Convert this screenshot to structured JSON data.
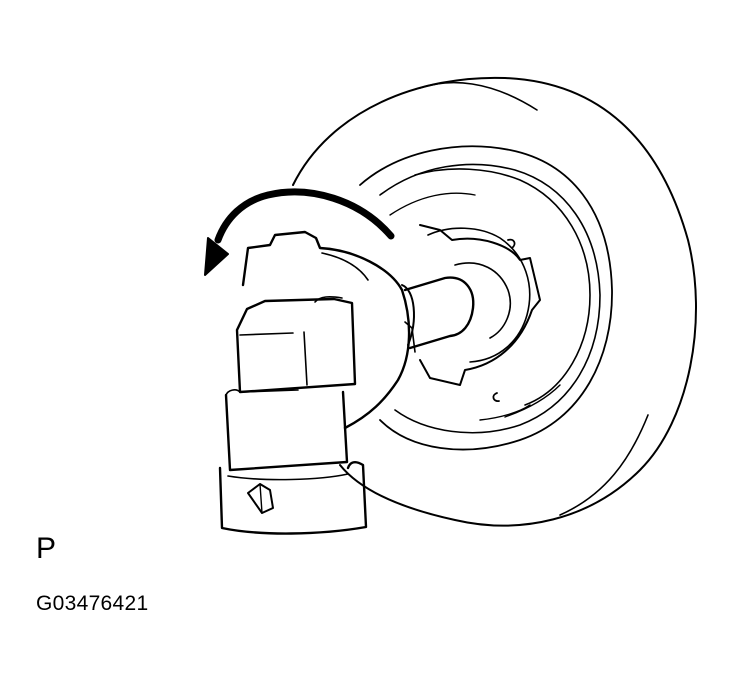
{
  "diagram": {
    "subject": "bulb socket removal from lamp housing",
    "label": "P",
    "figure_code": "G03476421",
    "arrow": {
      "direction": "counter-clockwise",
      "meaning": "turn socket to remove"
    },
    "parts": [
      {
        "name": "lamp-housing",
        "shape": "large round disc"
      },
      {
        "name": "bulb-socket",
        "shape": "stepped connector body with key tab"
      },
      {
        "name": "bulb-stem",
        "shape": "cylinder inserted into housing"
      }
    ],
    "colors": {
      "line": "#000000",
      "background": "#ffffff"
    }
  }
}
